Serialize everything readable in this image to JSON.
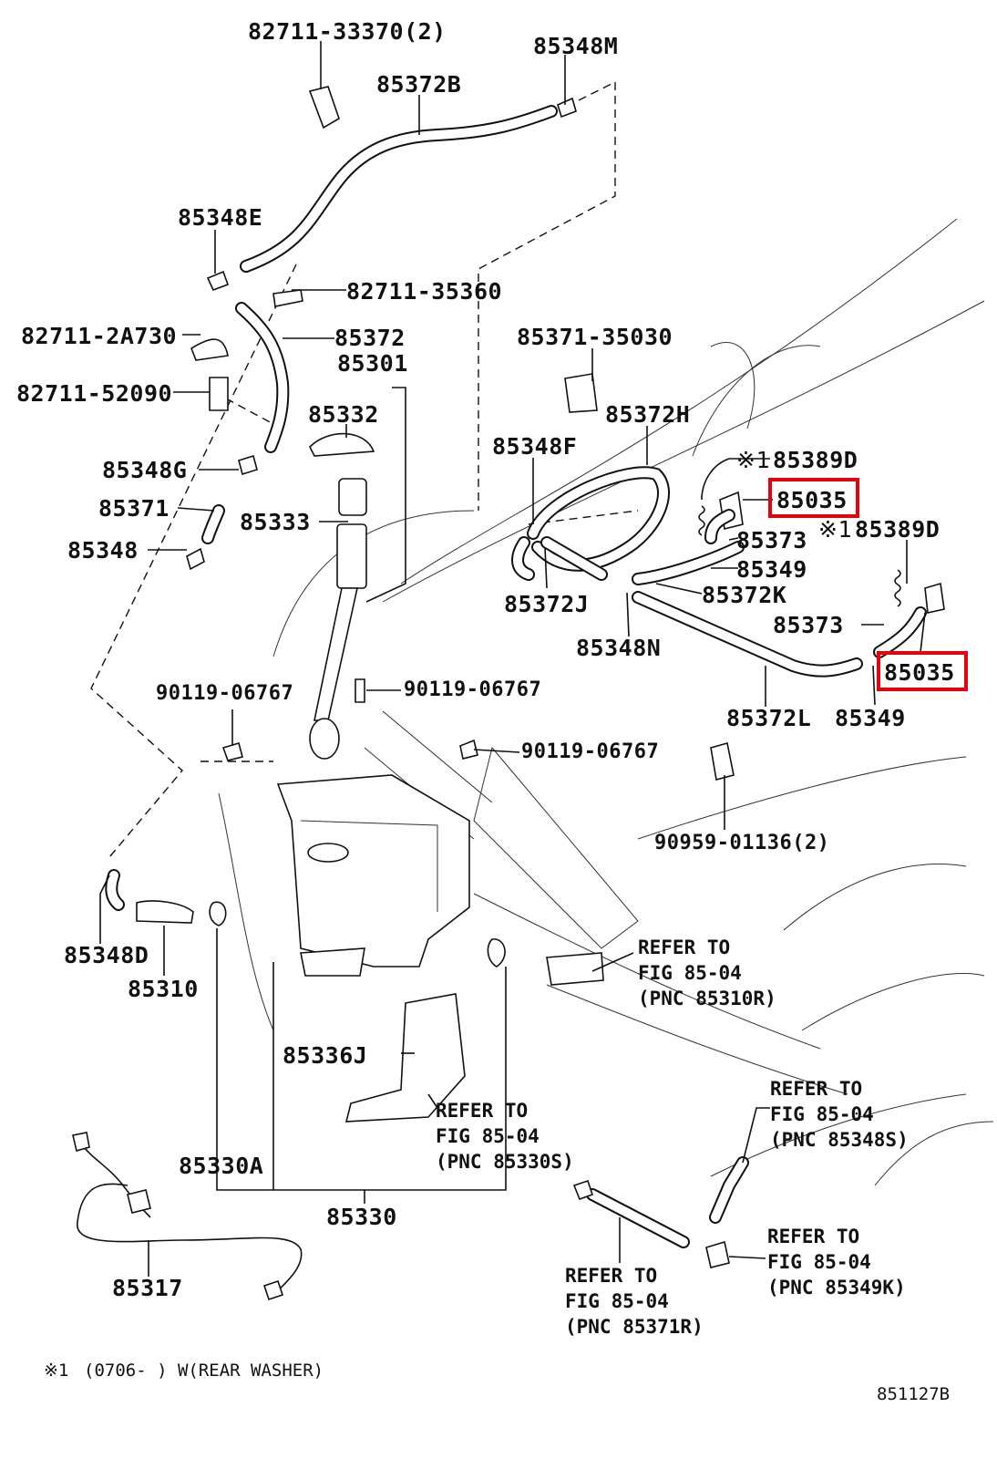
{
  "diagram_id": "851127B",
  "footnote": {
    "mark": "※1",
    "text": "(0706-      ) W(REAR WASHER)"
  },
  "highlight_color": "#e8000b",
  "part_labels": {
    "p_82711_33370": "82711-33370(2)",
    "p_85348M": "85348M",
    "p_85372B": "85372B",
    "p_85348E": "85348E",
    "p_82711_35360": "82711-35360",
    "p_82711_2A730": "82711-2A730",
    "p_85372": "85372",
    "p_85301": "85301",
    "p_82711_52090": "82711-52090",
    "p_85332": "85332",
    "p_85348G": "85348G",
    "p_85371": "85371",
    "p_85333": "85333",
    "p_85348": "85348",
    "p_85371_35030": "85371-35030",
    "p_85372H": "85372H",
    "p_85348F": "85348F",
    "p_85389D_a": "85389D",
    "p_85035_a": "85035",
    "p_85373_a": "85373",
    "p_85389D_b": "85389D",
    "p_85349_a": "85349",
    "p_85372J": "85372J",
    "p_85372K": "85372K",
    "p_85373_b": "85373",
    "p_85348N": "85348N",
    "p_85035_b": "85035",
    "p_85372L": "85372L",
    "p_85349_b": "85349",
    "p_90119_06767_a": "90119-06767",
    "p_90119_06767_b": "90119-06767",
    "p_90119_06767_c": "90119-06767",
    "p_90959_01136": "90959-01136(2)",
    "p_85348D": "85348D",
    "p_85310": "85310",
    "p_85336J": "85336J",
    "p_85330A": "85330A",
    "p_85330": "85330",
    "p_85317": "85317"
  },
  "note_marks": {
    "mark_a": "※1",
    "mark_b": "※1"
  },
  "references": {
    "ref_85310R": {
      "l1": "REFER TO",
      "l2": "FIG 85-04",
      "l3": "(PNC 85310R)"
    },
    "ref_85330S": {
      "l1": "REFER TO",
      "l2": "FIG 85-04",
      "l3": "(PNC 85330S)"
    },
    "ref_85348S": {
      "l1": "REFER TO",
      "l2": "FIG 85-04",
      "l3": "(PNC 85348S)"
    },
    "ref_85349K": {
      "l1": "REFER TO",
      "l2": "FIG 85-04",
      "l3": "(PNC 85349K)"
    },
    "ref_85371R": {
      "l1": "REFER TO",
      "l2": "FIG 85-04",
      "l3": "(PNC 85371R)"
    }
  },
  "highlighted_parts": [
    "85035",
    "85035"
  ]
}
